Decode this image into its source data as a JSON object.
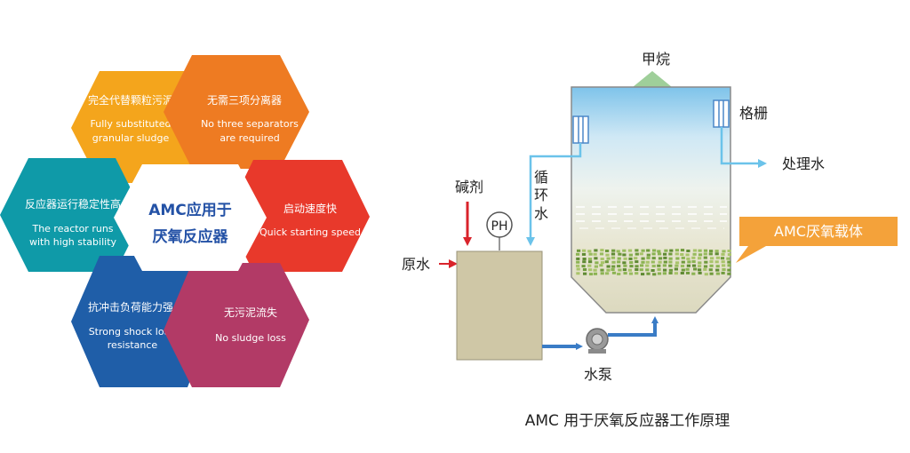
{
  "hexagons": {
    "center": {
      "line1": "AMC应用于",
      "line2": "厌氧反应器",
      "color": "#2452a6"
    },
    "top_left": {
      "cn": "完全代替颗粒污泥",
      "en1": "Fully substituted",
      "en2": "granular sludge",
      "color": "#f4a51c"
    },
    "top_right": {
      "cn": "无需三项分离器",
      "en1": "No three separators",
      "en2": "are required",
      "color": "#ee7b22"
    },
    "mid_left": {
      "cn": "反应器运行稳定性高",
      "en1": "The reactor runs",
      "en2": "with high stability",
      "color": "#0f9aa8"
    },
    "mid_right": {
      "cn": "启动速度快",
      "en1": "Quick starting speed",
      "en2": "",
      "color": "#e8392b"
    },
    "bottom_left": {
      "cn": "抗冲击负荷能力强",
      "en1": "Strong shock load",
      "en2": "resistance",
      "color": "#1f5ea8"
    },
    "bottom_right": {
      "cn": "无污泥流失",
      "en1": "No sludge loss",
      "en2": "",
      "color": "#b23a66"
    }
  },
  "diagram": {
    "methane": "甲烷",
    "grille": "格栅",
    "treated_water": "处理水",
    "alkali": "碱剂",
    "recirc": [
      "循",
      "环",
      "水"
    ],
    "ph": "PH",
    "raw_water": "原水",
    "pump": "水泵",
    "carrier": "AMC厌氧载体",
    "caption": "AMC 用于厌氧反应器工作原理",
    "colors": {
      "pipe": "#3a7cc6",
      "recirc_pipe": "#6bc3ea",
      "arrow_red": "#d9232b",
      "tank": "#cfc7a6",
      "carrier_bg": "#f4a23a",
      "gas_arrow": "#9fcf9a"
    }
  }
}
